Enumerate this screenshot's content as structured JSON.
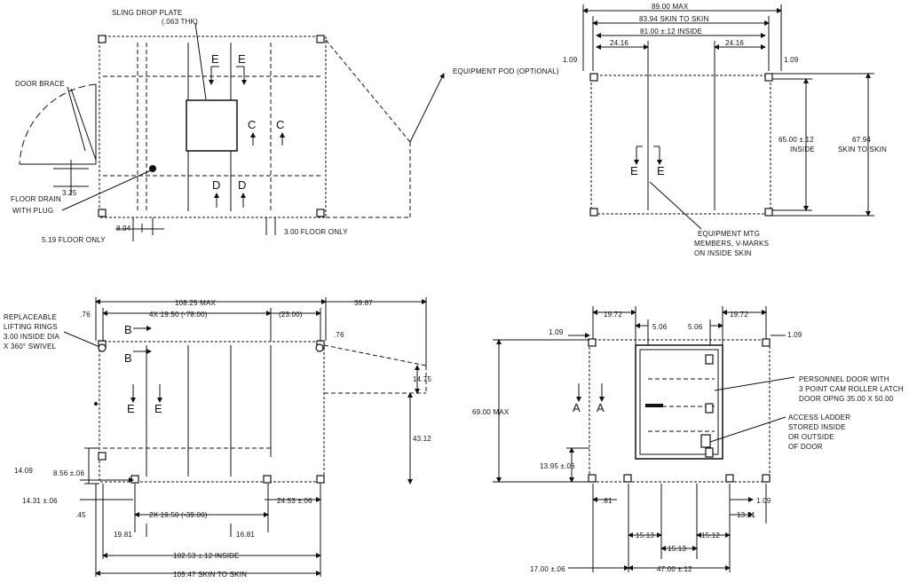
{
  "plan_view": {
    "sling_drop_plate": "SLING DROP PLATE",
    "sling_thk": "(.063 THK)",
    "door_brace": "DOOR BRACE",
    "floor_drain_1": "FLOOR DRAIN",
    "floor_drain_2": "WITH PLUG",
    "equipment_pod": "EQUIPMENT POD (OPTIONAL)",
    "dim_325": "3.25",
    "dim_894": "8.94",
    "dim_519": "5.19 FLOOR ONLY",
    "dim_300": "3.00 FLOOR ONLY",
    "sec_e": "E",
    "sec_c": "C",
    "sec_d": "D"
  },
  "end_view_top": {
    "dim_max": "89.00 MAX",
    "dim_skin": "83.94 SKIN TO SKIN",
    "dim_inside": "81.00 ±.12 INSIDE",
    "dim_2416_l": "24.16",
    "dim_2416_r": "24.16",
    "dim_109_l": "1.09",
    "dim_109_r": "1.09",
    "dim_h_inside_1": "65.00 ±.12",
    "dim_h_inside_2": "INSIDE",
    "dim_h_skin_1": "67.94",
    "dim_h_skin_2": "SKIN TO SKIN",
    "note_1": "EQUIPMENT MTG",
    "note_2": "MEMBERS, V-MARKS",
    "note_3": "ON INSIDE SKIN",
    "sec_e": "E"
  },
  "side_view": {
    "rings_1": "REPLACEABLE",
    "rings_2": "LIFTING RINGS",
    "rings_3": "3.00 INSIDE DIA",
    "rings_4": "X 360° SWIVEL",
    "dim_max": "108.25 MAX",
    "dim_4x": "4X 19.50 (-78.00)",
    "dim_2300": "(23.00)",
    "dim_3987": "39.87",
    "dim_76_l": ".76",
    "dim_76_r": ".76",
    "dim_1475": "14.75",
    "dim_4312": "43.12",
    "dim_1409": "14.09",
    "dim_856": "8.56 ±.06",
    "dim_1431": "14.31 ±.06",
    "dim_45": ".45",
    "dim_2x": "2X 19.50 (-39.00)",
    "dim_2453": "24.53 ±.06",
    "dim_1981": "19.81",
    "dim_1681": "16.81",
    "dim_10253": "102.53 ±.12 INSIDE",
    "dim_10547": "105.47 SKIN TO SKIN",
    "sec_b": "B",
    "sec_e": "E"
  },
  "end_view_bottom": {
    "dim_1972_l": "19.72",
    "dim_1972_r": "19.72",
    "dim_506_l": "5.06",
    "dim_506_r": "5.06",
    "dim_109_l": "1.09",
    "dim_109_r": "1.09",
    "dim_69": "69.00 MAX",
    "door_1": "PERSONNEL DOOR WITH",
    "door_2": "3 POINT CAM ROLLER LATCH",
    "door_3": "DOOR OPNG 35.00 X 50.00",
    "ladder_1": "ACCESS LADDER",
    "ladder_2": "STORED INSIDE",
    "ladder_3": "OR OUTSIDE",
    "ladder_4": "OF DOOR",
    "dim_1395": "13.95 ±.06",
    "dim_81": ".81",
    "dim_109_b": "1.09",
    "dim_1331": "13.31",
    "dim_1513_a": "15.13",
    "dim_1512": "15.12",
    "dim_1513_b": "15.13",
    "dim_1700": "17.00 ±.06",
    "dim_4700": "47.00 ±.12",
    "sec_a": "A"
  }
}
